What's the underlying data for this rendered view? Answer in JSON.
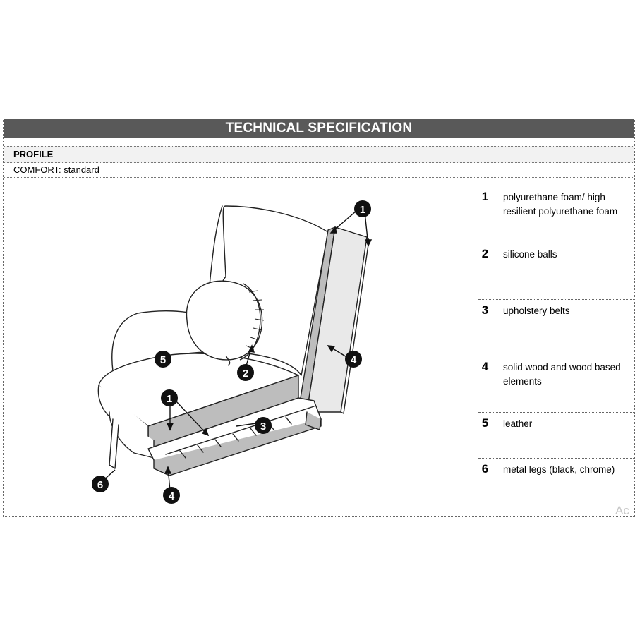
{
  "header": {
    "title": "TECHNICAL SPECIFICATION"
  },
  "profile": {
    "label": "PROFILE",
    "comfort": "COMFORT: standard"
  },
  "drawing": {
    "callouts": [
      "1",
      "1",
      "2",
      "3",
      "4",
      "4",
      "5",
      "6"
    ]
  },
  "legend": [
    {
      "num": "1",
      "text": "polyurethane foam/ high resilient polyurethane foam"
    },
    {
      "num": "2",
      "text": "silicone balls"
    },
    {
      "num": "3",
      "text": "upholstery belts"
    },
    {
      "num": "4",
      "text": "solid wood and wood based elements"
    },
    {
      "num": "5",
      "text": "leather"
    },
    {
      "num": "6",
      "text": "metal legs (black, chrome)"
    }
  ],
  "watermark": "Ac"
}
